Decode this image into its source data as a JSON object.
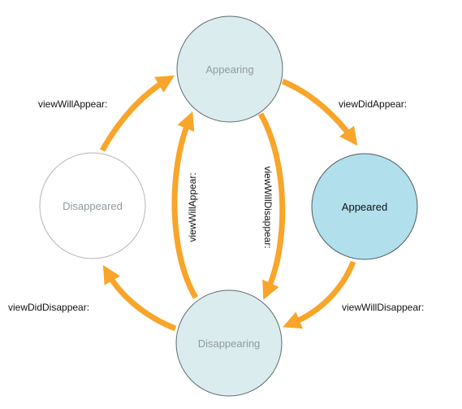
{
  "colors": {
    "arrow": "#f8a52a",
    "circle_light_fill": "#dbecee",
    "circle_light_stroke": "#5f6a70",
    "circle_active_fill": "#b1dfec",
    "circle_active_stroke": "#4f5a60",
    "circle_idle_fill": "#ffffff",
    "circle_idle_stroke": "#b5b5b5",
    "state_text_muted": "#909aa0",
    "state_text_active": "#111111",
    "edge_text": "#111111"
  },
  "states": {
    "appearing": "Appearing",
    "appeared": "Appeared",
    "disappearing": "Disappearing",
    "disappeared": "Disappeared"
  },
  "transitions": {
    "disappeared_to_appearing": "viewWillAppear:",
    "appearing_to_appeared": "viewDidAppear:",
    "appeared_to_disappearing": "viewWillDisappear:",
    "disappearing_to_disappeared": "viewDidDisappear:",
    "disappearing_to_appearing": "viewWillAppear:",
    "appearing_to_disappearing": "viewWillDisappear:"
  }
}
